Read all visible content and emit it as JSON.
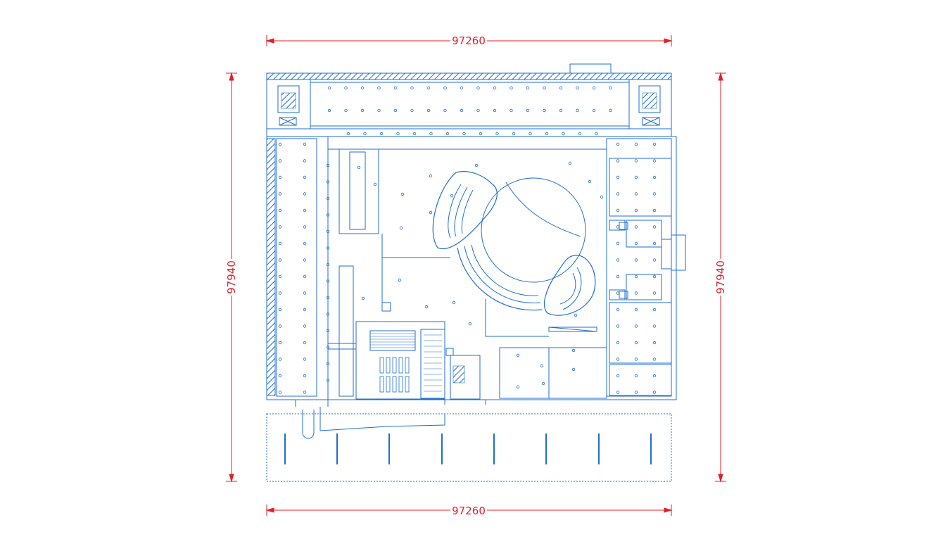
{
  "dimensions": {
    "top": "97260",
    "bottom": "97260",
    "left": "97940",
    "right": "97940"
  },
  "colors": {
    "plan": "#1e6fcf",
    "dimension": "#e0202a",
    "background": "#ffffff"
  }
}
